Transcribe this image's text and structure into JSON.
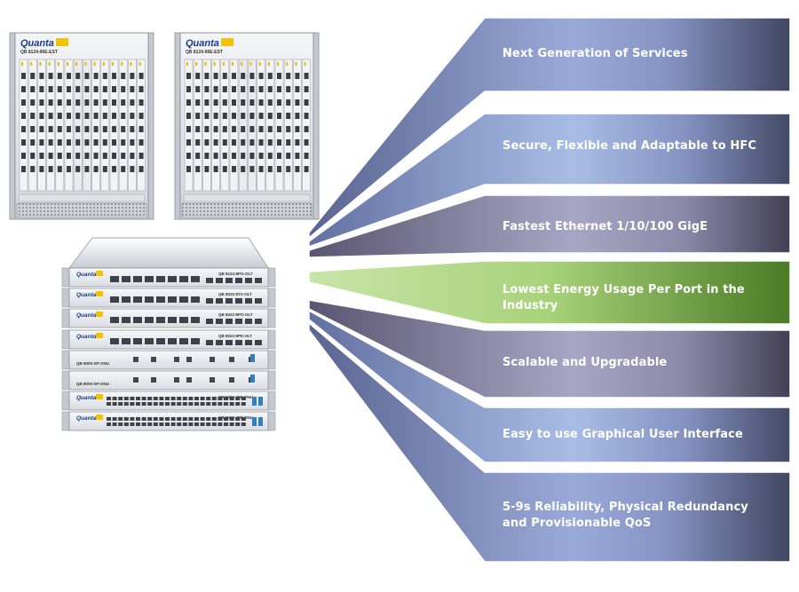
{
  "features": [
    {
      "label": "Next Generation of Services",
      "highlight": false
    },
    {
      "label": "Secure, Flexible and Adaptable to HFC",
      "highlight": false
    },
    {
      "label": "Fastest Ethernet 1/10/100 GigE",
      "highlight": false
    },
    {
      "label": "Lowest Energy Usage Per Port in the Industry",
      "highlight": true
    },
    {
      "label": "Scalable and Upgradable",
      "highlight": false
    },
    {
      "label": "Easy to use Graphical User Interface",
      "highlight": false
    },
    {
      "label": "5-9s Reliability, Physical Redundancy and Provisionable QoS",
      "highlight": false
    }
  ],
  "chassis": [
    {
      "brand": "Quanta",
      "model": "QB 8124-96E-EST"
    },
    {
      "brand": "Quanta",
      "model": "QB 8124-96E-EST"
    }
  ],
  "rack_units": [
    {
      "brand": "Quanta",
      "model": "QB 8124-8PO-OLT"
    },
    {
      "brand": "Quanta",
      "model": "QB 8022-8TX-OLT"
    },
    {
      "brand": "Quanta",
      "model": "QB 8022-8PO-OLT"
    },
    {
      "brand": "Quanta",
      "model": "QB 8022-8PE-OLT"
    },
    {
      "brand": "",
      "model": "QB 8000-SP-ONU"
    },
    {
      "brand": "",
      "model": "QB 8000-SP-ONU"
    },
    {
      "brand": "Quanta",
      "model": "QB 8200-48P-ONU"
    },
    {
      "brand": "Quanta",
      "model": "QB 8200-48P-ONU"
    }
  ],
  "colors": {
    "band_light": "#9aaad8",
    "band_dark": "#3f4660",
    "highlight_light": "#a8d27a",
    "highlight_dark": "#4a7a25",
    "chassis_body": "#e6e8ec",
    "brand_blue": "#1a3a8a",
    "brand_yellow": "#f2c400"
  }
}
